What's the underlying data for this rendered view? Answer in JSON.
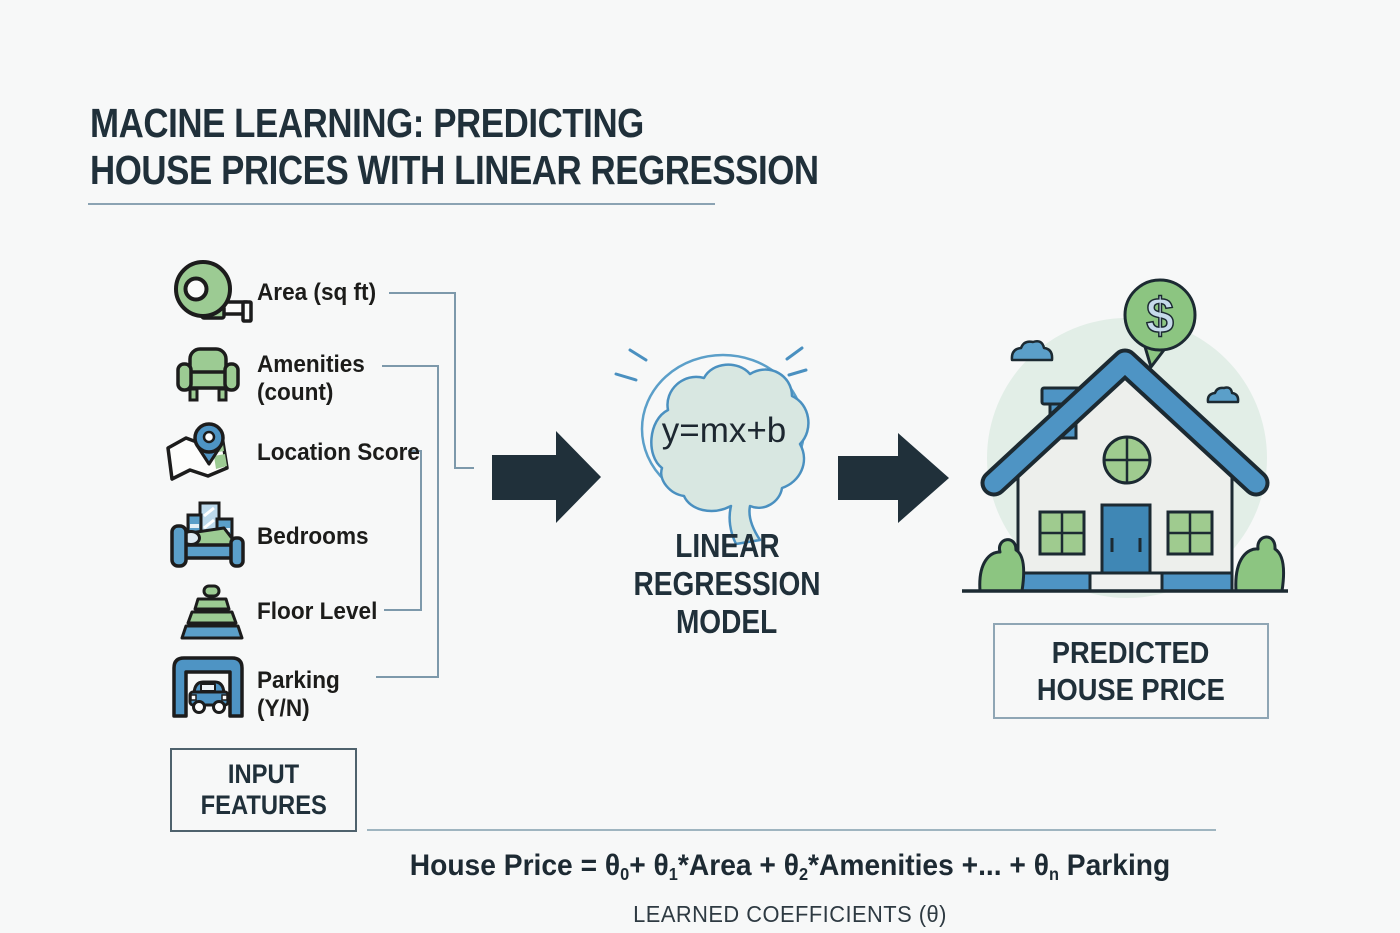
{
  "title": {
    "line1": "MACINE LEARNING: PREDICTING",
    "line2": "HOUSE PRICES WITH LINEAR REGRESSION"
  },
  "features": [
    {
      "label": "Area (sq ft)",
      "sublabel": "",
      "icon": "tape-measure-icon"
    },
    {
      "label": "Amenities",
      "sublabel": "(count)",
      "icon": "armchair-icon"
    },
    {
      "label": "Location Score",
      "sublabel": "",
      "icon": "map-pin-icon"
    },
    {
      "label": "Bedrooms",
      "sublabel": "",
      "icon": "bed-icon"
    },
    {
      "label": "Floor Level",
      "sublabel": "",
      "icon": "stacked-floors-icon"
    },
    {
      "label": "Parking",
      "sublabel": "(Y/N)",
      "icon": "garage-car-icon"
    }
  ],
  "input_box": {
    "line1": "INPUT",
    "line2": "FEATURES"
  },
  "model": {
    "equation": "y=mx+b",
    "label_line1": "LINEAR",
    "label_line2": "REGRESSION",
    "label_line3": "MODEL"
  },
  "output_box": {
    "line1": "PREDICTED",
    "line2": "HOUSE PRICE"
  },
  "house": {
    "bubble_symbol": "$"
  },
  "formula": {
    "segments": [
      {
        "t": "House Price = "
      },
      {
        "t": "θ",
        "s": "0"
      },
      {
        "t": "+ "
      },
      {
        "t": "θ",
        "s": "1"
      },
      {
        "t": "*Area + "
      },
      {
        "t": "θ",
        "s": "2"
      },
      {
        "t": "*Amenities +... + "
      },
      {
        "t": "θ",
        "s": "n"
      },
      {
        "t": " Parking"
      }
    ]
  },
  "footnote": "LEARNED COEFFICIENTS (θ)",
  "colors": {
    "background": "#f7f8f8",
    "dark": "#20303a",
    "icon_green": "#9ccb93",
    "icon_blue": "#4e94c4",
    "connector_line": "#7d99ab",
    "brain_fill": "#d8e7e1",
    "brain_stroke": "#4a90c0",
    "house_bg_mint": "#e2eee7",
    "bubble_green": "#8cc581",
    "underline_blue": "#8ba3b3"
  }
}
